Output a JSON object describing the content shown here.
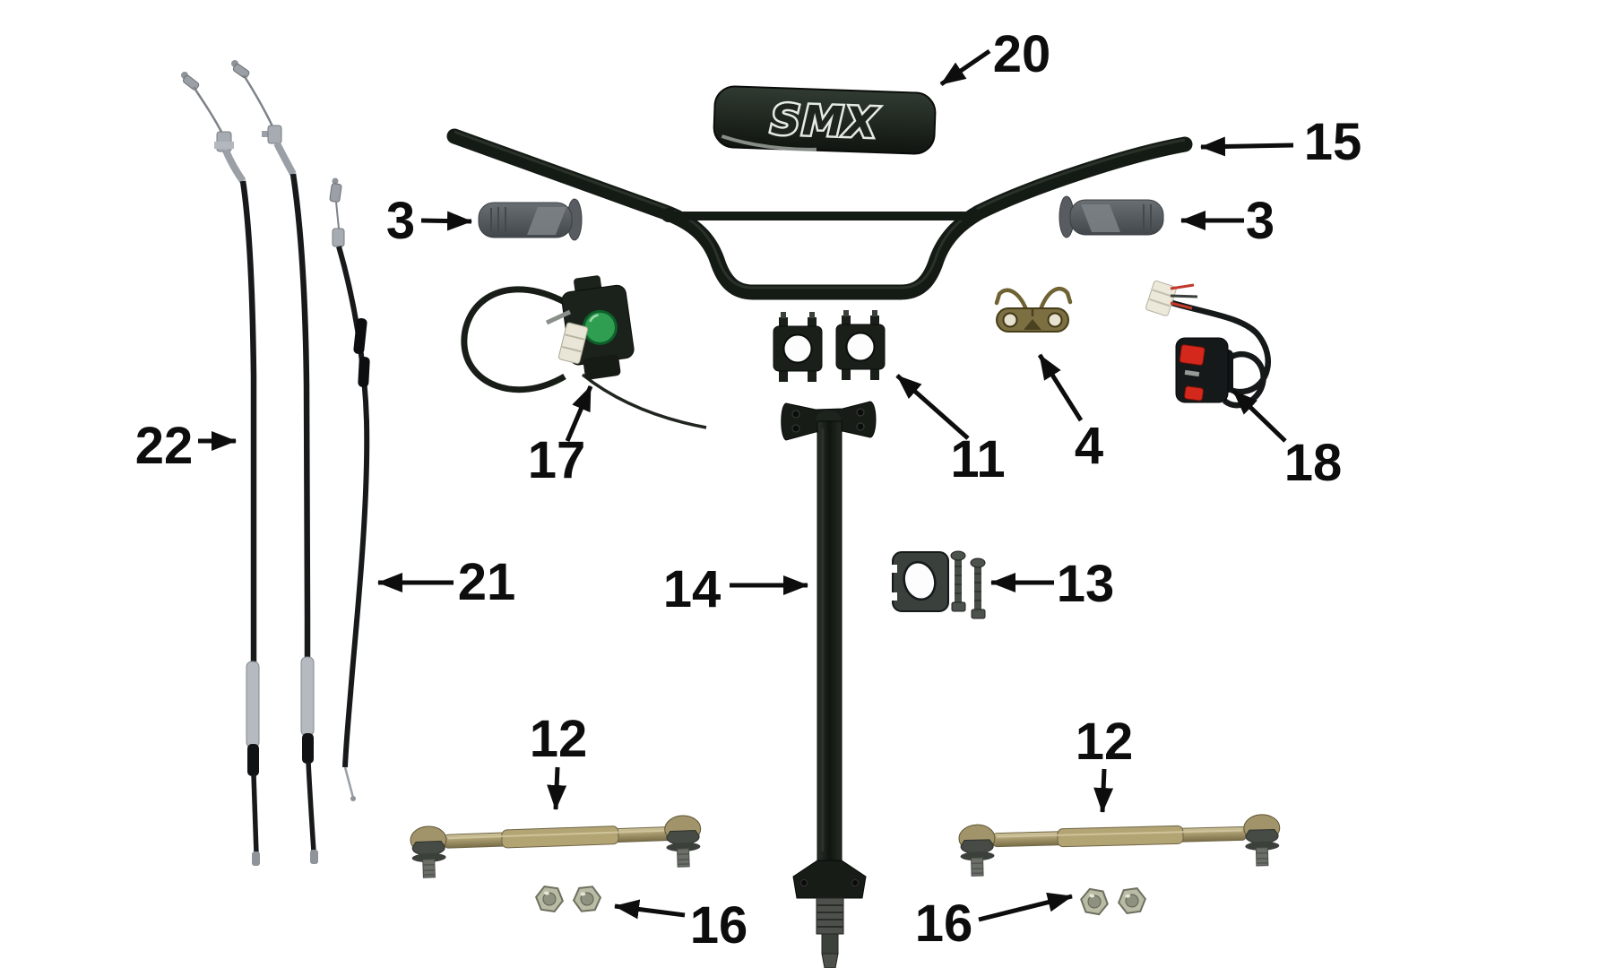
{
  "diagram": {
    "kind": "exploded-parts-diagram",
    "pad": {
      "logo": "SMX"
    },
    "labels": {
      "pad": {
        "text": "20",
        "part": "handlebar-pad"
      },
      "handlebar": {
        "text": "15",
        "part": "handlebar"
      },
      "grip_left": {
        "text": "3",
        "part": "handlebar-grip"
      },
      "grip_right": {
        "text": "3",
        "part": "handlebar-grip"
      },
      "throttle": {
        "text": "17",
        "part": "throttle-lever-assembly"
      },
      "clamps": {
        "text": "11",
        "part": "handlebar-clamps"
      },
      "clip": {
        "text": "4",
        "part": "spring-link-clip"
      },
      "kill_switch": {
        "text": "18",
        "part": "kill-switch-assembly"
      },
      "cables_long": {
        "text": "22",
        "part": "control-cables"
      },
      "cable_short": {
        "text": "21",
        "part": "control-cable"
      },
      "stem": {
        "text": "14",
        "part": "steering-stem"
      },
      "stem_clamp": {
        "text": "13",
        "part": "clamp-block-with-bolts"
      },
      "tie_rod_left": {
        "text": "12",
        "part": "tie-rod"
      },
      "tie_rod_right": {
        "text": "12",
        "part": "tie-rod"
      },
      "nuts_left": {
        "text": "16",
        "part": "hex-nuts"
      },
      "nuts_right": {
        "text": "16",
        "part": "hex-nuts"
      }
    },
    "colors": {
      "background": "#ffffff",
      "label": "#0d0d0d",
      "part_dark": "#161b16",
      "green_button": "#2f9e50",
      "red_switch": "#d5281c",
      "brass_rod": "#b3a474",
      "gold_clip": "#7c6f42",
      "silver_metal": "#a7adb2"
    }
  }
}
